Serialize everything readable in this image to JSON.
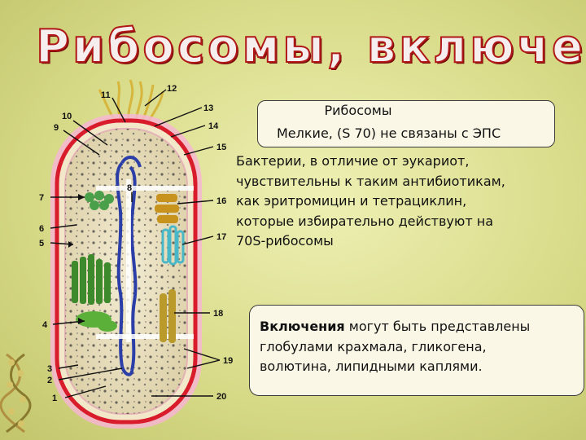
{
  "slide": {
    "title": "Рибосомы, включения"
  },
  "diagram": {
    "callouts": [
      {
        "num": "1"
      },
      {
        "num": "2"
      },
      {
        "num": "3"
      },
      {
        "num": "4"
      },
      {
        "num": "5"
      },
      {
        "num": "6"
      },
      {
        "num": "7"
      },
      {
        "num": "8"
      },
      {
        "num": "9"
      },
      {
        "num": "10"
      },
      {
        "num": "11"
      },
      {
        "num": "12"
      },
      {
        "num": "13"
      },
      {
        "num": "14"
      },
      {
        "num": "15"
      },
      {
        "num": "16"
      },
      {
        "num": "17"
      },
      {
        "num": "18"
      },
      {
        "num": "19"
      },
      {
        "num": "20"
      }
    ],
    "colors": {
      "cell_wall": "#d81c2c",
      "cell_glow": "#f3a3c8",
      "cytoplasm": "#ece3c4",
      "nucleoid_dna": "#2c3ea8",
      "mesosome": "#3d8a2c",
      "golgi_like": "#c7931c",
      "vacuole": "#48b8c8"
    }
  },
  "ribosomes": {
    "title": "Рибосомы",
    "subtitle": "Мелкие, (S 70) не связаны с ЭПС",
    "body_lines": [
      "Бактерии, в отличие от эукариот,",
      "чувствительны к таким антибиотикам,",
      "как эритромицин и тетрациклин,",
      "которые избирательно действуют на",
      "70S-рибосомы"
    ]
  },
  "inclusions": {
    "term": "Включения",
    "line1_rest": " могут быть представлены",
    "line2": "глобулами крахмала, гликогена,",
    "line3": "волютина, липидными каплями."
  }
}
